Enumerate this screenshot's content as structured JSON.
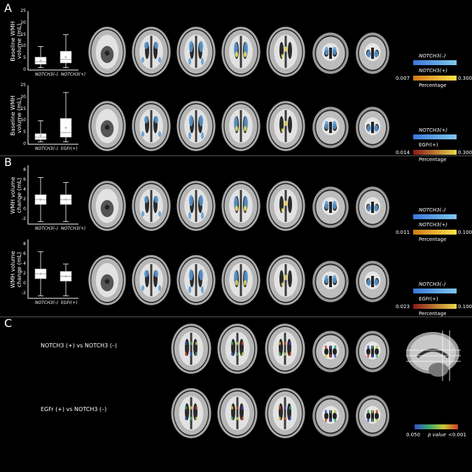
{
  "panels": [
    "A",
    "B",
    "C"
  ],
  "rows": [
    {
      "ylabel1": "Baseline WMH",
      "ylabel2": "volume (mL)",
      "ticks": [
        "25",
        "20",
        "15",
        "10",
        "5",
        "0"
      ],
      "cat1": "NOTCH3(–)",
      "cat2": "NOTCH3(+)",
      "box1": {
        "whisker_lo": 1,
        "q1": 2.5,
        "median": 3.5,
        "q3": 5.5,
        "whisker_hi": 10,
        "mean": 4
      },
      "box2": {
        "whisker_lo": 1,
        "q1": 3,
        "median": 4.5,
        "q3": 8,
        "whisker_hi": 15,
        "mean": 5.5
      },
      "ymax": 25,
      "legend_top_label": "NOTCH3(–)",
      "legend_mid_label": "NOTCH3(+)",
      "legend_min": "0.007",
      "legend_max": "0.300",
      "legend_caption": "Percentage",
      "second_bar_colors": [
        "#d07a1a",
        "#ffe24a"
      ]
    },
    {
      "ylabel1": "Baseline WMH",
      "ylabel2": "volume (mL)",
      "ticks": [
        "25",
        "20",
        "15",
        "10",
        "5",
        "0"
      ],
      "cat1": "NOTCH3(–)",
      "cat2": "EGFr(+)",
      "box1": {
        "whisker_lo": 1,
        "q1": 2,
        "median": 3,
        "q3": 4.5,
        "whisker_hi": 10,
        "mean": 3.5
      },
      "box2": {
        "whisker_lo": 1,
        "q1": 3,
        "median": 5,
        "q3": 11,
        "whisker_hi": 22,
        "mean": 7
      },
      "ymax": 25,
      "legend_top_label": "NOTCH3(+)",
      "legend_mid_label": "EGFr(+)",
      "legend_min": "0.014",
      "legend_max": "0.300",
      "legend_caption": "Percentage",
      "second_bar_colors": [
        "#8a1a1a",
        "#e8d84a"
      ]
    },
    {
      "ylabel1": "WMH volume",
      "ylabel2": "change (mL)",
      "ticks": [
        "8",
        "6",
        "4",
        "2",
        "0",
        "-2"
      ],
      "cat1": "NOTCH3(–)",
      "cat2": "NOTCH3(+)",
      "box1": {
        "whisker_lo": -2.5,
        "q1": 1,
        "median": 2,
        "q3": 3,
        "whisker_hi": 6.5,
        "mean": 2
      },
      "box2": {
        "whisker_lo": -2.5,
        "q1": 1,
        "median": 2,
        "q3": 3,
        "whisker_hi": 5.5,
        "mean": 2
      },
      "ymin": -3,
      "ymax": 9,
      "legend_top_label": "NOTCH3(–)",
      "legend_mid_label": "NOTCH3(+)",
      "legend_min": "0.011",
      "legend_max": "0.100",
      "legend_caption": "Percentage",
      "second_bar_colors": [
        "#d07a1a",
        "#ffe24a"
      ]
    },
    {
      "ylabel1": "WMH volume",
      "ylabel2": "change (mL)",
      "ticks": [
        "8",
        "6",
        "4",
        "2",
        "0",
        "-2"
      ],
      "cat1": "NOTCH3(–)",
      "cat2": "EGFr(+)",
      "box1": {
        "whisker_lo": -2.5,
        "q1": 1,
        "median": 2,
        "q3": 3,
        "whisker_hi": 6.5,
        "mean": 2
      },
      "box2": {
        "whisker_lo": -2.5,
        "q1": 0.5,
        "median": 1.5,
        "q3": 2.5,
        "whisker_hi": 4,
        "mean": 1.5
      },
      "ymin": -3,
      "ymax": 9,
      "legend_top_label": "NOTCH3(–)",
      "legend_mid_label": "EGFr(+)",
      "legend_min": "0.023",
      "legend_max": "0.100",
      "legend_caption": "Percentage",
      "second_bar_colors": [
        "#8a1a1a",
        "#e8d84a"
      ]
    }
  ],
  "panel_c": {
    "contrast1": "NOTCH3 (+) vs NOTCH3 (–)",
    "contrast2": "EGFr (+) vs NOTCH3 (–)",
    "pvalue_min": "0.050",
    "pvalue_label": "p value",
    "pvalue_max": "<0.001"
  },
  "colors": {
    "notch_neg_blue": "#5b9bd5",
    "light_blue": "#7ec8ef",
    "pvalue_gradient": [
      "#3a4fcf",
      "#3aa86a",
      "#c9c93a",
      "#d04020"
    ]
  }
}
